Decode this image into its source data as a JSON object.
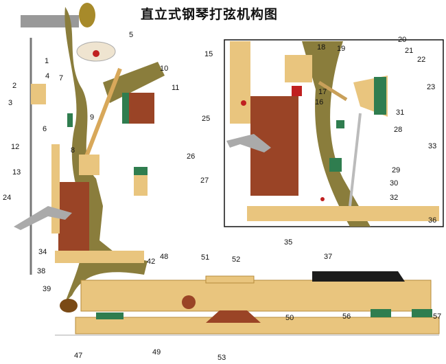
{
  "title": "直立式钢琴打弦机构图",
  "colors": {
    "frame": "#8a7d3c",
    "wood": "#e9c57e",
    "felt": "#9a4426",
    "green": "#2f7d4f",
    "inset_border": "#111111"
  },
  "labels": {
    "n1": "1",
    "n2": "2",
    "n3": "3",
    "n4": "4",
    "n5": "5",
    "n6": "6",
    "n7": "7",
    "n8": "8",
    "n9": "9",
    "n10": "10",
    "n11": "11",
    "n12": "12",
    "n13": "13",
    "n15": "15",
    "n16": "16",
    "n17": "17",
    "n18": "18",
    "n19": "19",
    "n20": "20",
    "n21": "21",
    "n22": "22",
    "n23": "23",
    "n24": "24",
    "n25": "25",
    "n26": "26",
    "n27": "27",
    "n28": "28",
    "n29": "29",
    "n30": "30",
    "n31": "31",
    "n32": "32",
    "n33": "33",
    "n34": "34",
    "n35": "35",
    "n36": "36",
    "n37": "37",
    "n38": "38",
    "n39": "39",
    "n42": "42",
    "n47": "47",
    "n48": "48",
    "n49": "49",
    "n50": "50",
    "n51": "51",
    "n52": "52",
    "n53": "53",
    "n56": "56",
    "n57": "57"
  }
}
